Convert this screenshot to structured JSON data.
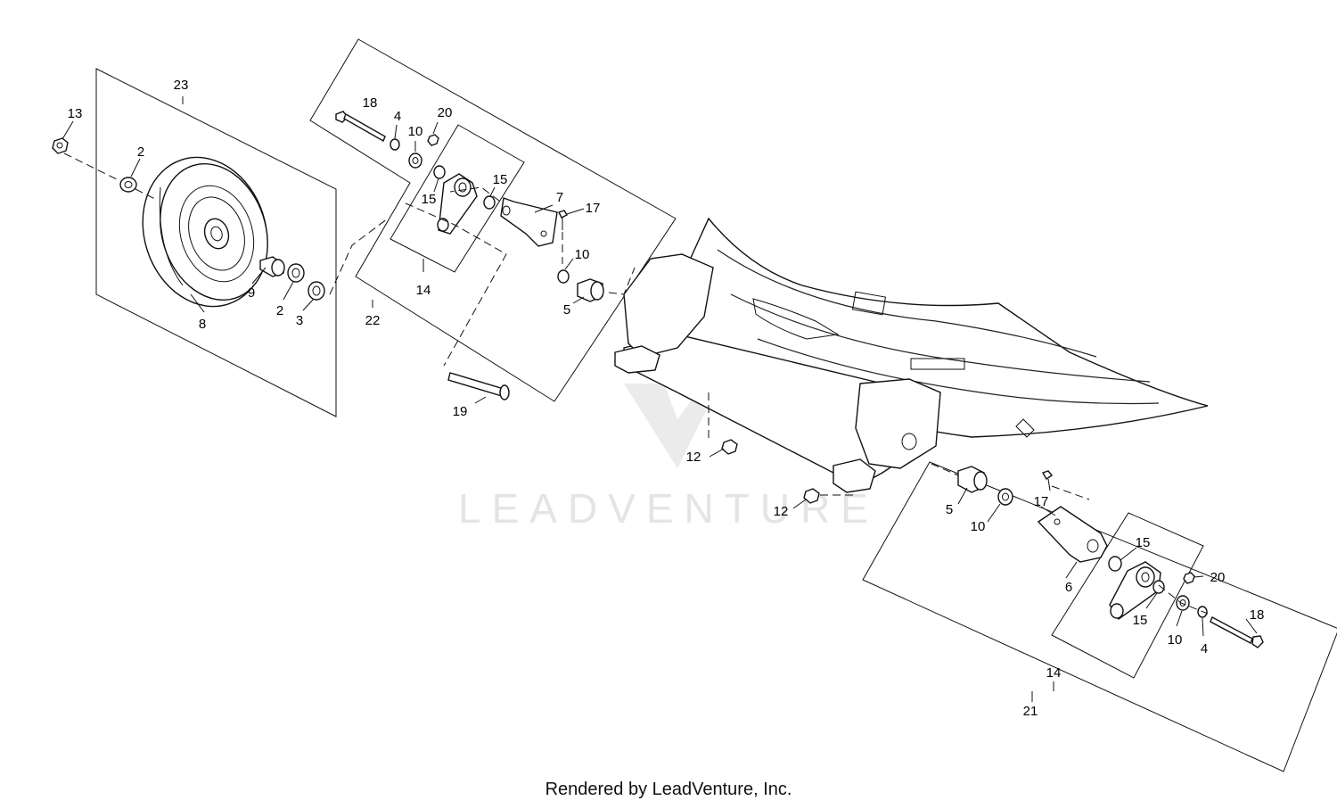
{
  "callouts": {
    "c23": "23",
    "c13": "13",
    "c2a": "2",
    "c8": "8",
    "c9": "9",
    "c2b": "2",
    "c3": "3",
    "c18a": "18",
    "c4a": "4",
    "c20a": "20",
    "c10a": "10",
    "c15a": "15",
    "c15b": "15",
    "c7": "7",
    "c17a": "17",
    "c10b": "10",
    "c5a": "5",
    "c14a": "14",
    "c22": "22",
    "c19": "19",
    "c12a": "12",
    "c12b": "12",
    "c5b": "5",
    "c10c": "10",
    "c17b": "17",
    "c15c": "15",
    "c20b": "20",
    "c6": "6",
    "c15d": "15",
    "c18b": "18",
    "c10d": "10",
    "c4b": "4",
    "c14b": "14",
    "c21": "21"
  },
  "watermark": "LEADVENTURE",
  "footer": "Rendered by LeadVenture, Inc."
}
